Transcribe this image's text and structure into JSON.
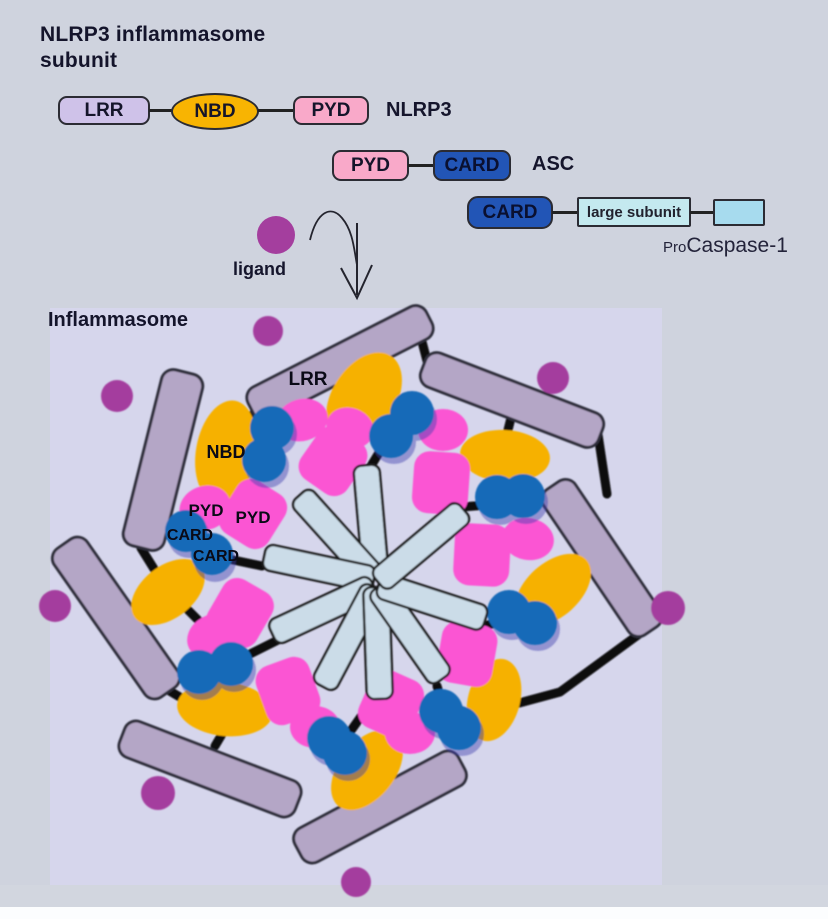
{
  "header": {
    "title_line1": "NLRP3 inflammasome",
    "title_line2": "subunit"
  },
  "nlrp3_row": {
    "lrr": "LRR",
    "nbd": "NBD",
    "pyd": "PYD",
    "name": "NLRP3"
  },
  "asc_row": {
    "pyd": "PYD",
    "card": "CARD",
    "name": "ASC"
  },
  "procaspase_row": {
    "card": "CARD",
    "large_subunit": "large subunit",
    "pro": "Pro",
    "name": "Caspase-1"
  },
  "ligand": {
    "label": "ligand"
  },
  "inflammasome": {
    "title": "Inflammasome",
    "labels": {
      "lrr": "LRR",
      "nbd": "NBD",
      "pyd_a": "PYD",
      "pyd_b": "PYD",
      "card_a": "CARD",
      "card_b": "CARD"
    }
  },
  "colors": {
    "page_bg": "#cfd3de",
    "panel_bg": "#d6d6ec",
    "lrr_fill": "#cfc2e9",
    "nbd_fill": "#f8b402",
    "pyd_fill": "#f9a9c9",
    "card_fill": "#2255b6",
    "caspase_large_fill": "#c4e9ef",
    "caspase_small_fill": "#a7dbee",
    "ligand_fill": "#a43e9e",
    "wheel_lrr_rod": "#b4a6c6",
    "wheel_nbd": "#f6b101",
    "wheel_pyd_pink": "#fb55d3",
    "wheel_card_blue": "#156ab8",
    "wheel_caspase_rod": "#cbdce8",
    "linker_black": "#0a0a0a"
  }
}
